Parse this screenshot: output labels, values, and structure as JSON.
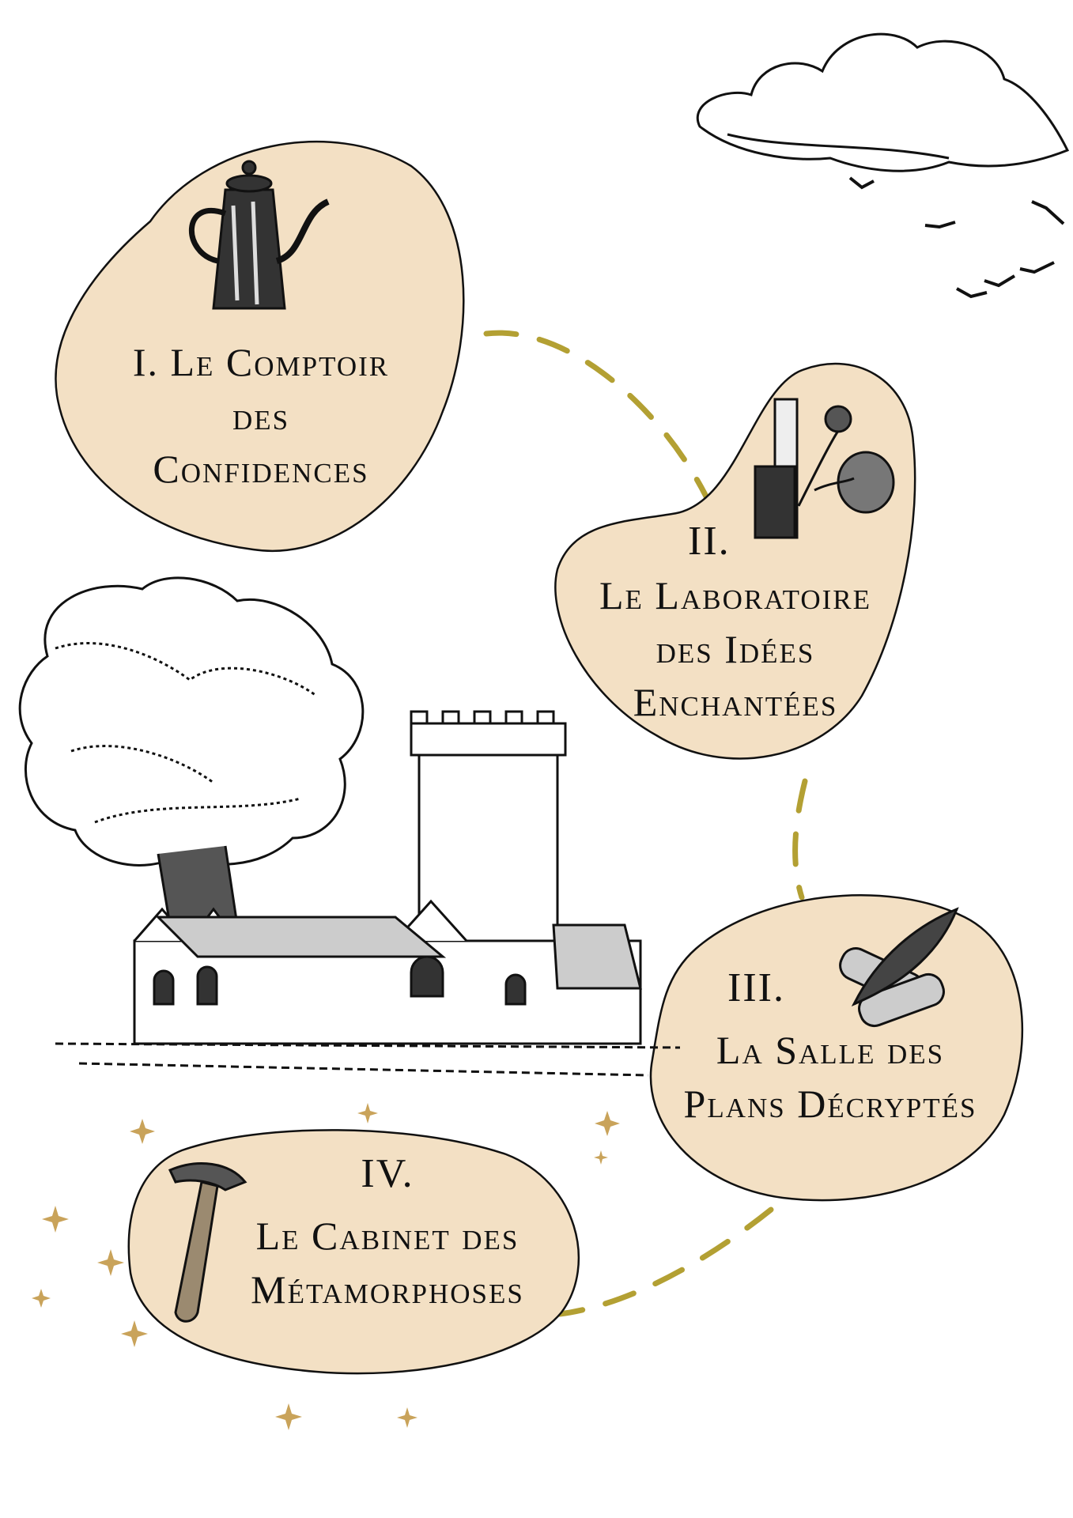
{
  "colors": {
    "blob": "#f3e0c4",
    "dash": "#b3a033",
    "ink": "#111111",
    "sparkle": "#c9a35a"
  },
  "stations": [
    {
      "numeral": "I.",
      "lines": [
        "I. Le Comptoir",
        "des",
        "Confidences"
      ],
      "icon": "coffee-pot-icon"
    },
    {
      "numeral": "II.",
      "lines": [
        "Le Laboratoire",
        "des Idées",
        "Enchantées"
      ],
      "icon": "potion-bottles-flowers-icon"
    },
    {
      "numeral": "III.",
      "lines": [
        "La Salle des",
        "Plans Décryptés"
      ],
      "icon": "quill-scrolls-icon"
    },
    {
      "numeral": "IV.",
      "lines": [
        "Le Cabinet des",
        "Métamorphoses"
      ],
      "icon": "hammer-icon"
    }
  ]
}
